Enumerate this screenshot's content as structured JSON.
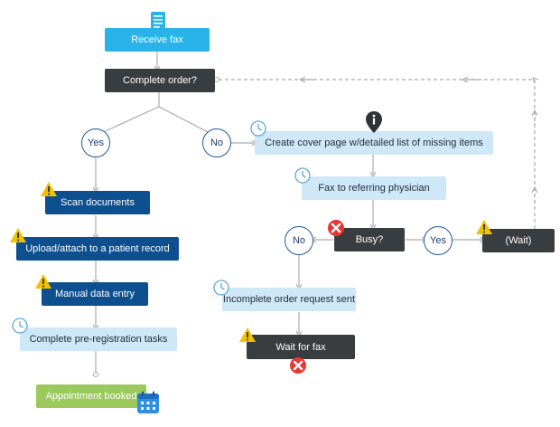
{
  "nodes": {
    "receive_fax": "Receive fax",
    "complete_order": "Complete order?",
    "yes_1": "Yes",
    "no_1": "No",
    "create_cover": "Create cover page w/detailed list of missing items",
    "fax_physician": "Fax to referring physician",
    "busy": "Busy?",
    "no_2": "No",
    "yes_2": "Yes",
    "wait": "(Wait)",
    "scan_documents": "Scan documents",
    "upload_attach": "Upload/attach to a patient record",
    "manual_entry": "Manual data entry",
    "pre_registration": "Complete pre-registration tasks",
    "appointment_booked": "Appointment booked",
    "incomplete_sent": "Incomplete order request sent",
    "wait_for_fax": "Wait for fax"
  },
  "icons": {
    "document": "document-icon",
    "clock": "clock-icon",
    "warning": "warning-icon",
    "error": "error-x-icon",
    "info": "info-pin-icon",
    "calendar": "calendar-icon"
  },
  "colors": {
    "cyan": "#29b3e8",
    "dark": "#3a3d40",
    "navy": "#0e4f8f",
    "light": "#cfe8f7",
    "green": "#9bc95b",
    "warning": "#f2c200",
    "error": "#e53935"
  }
}
